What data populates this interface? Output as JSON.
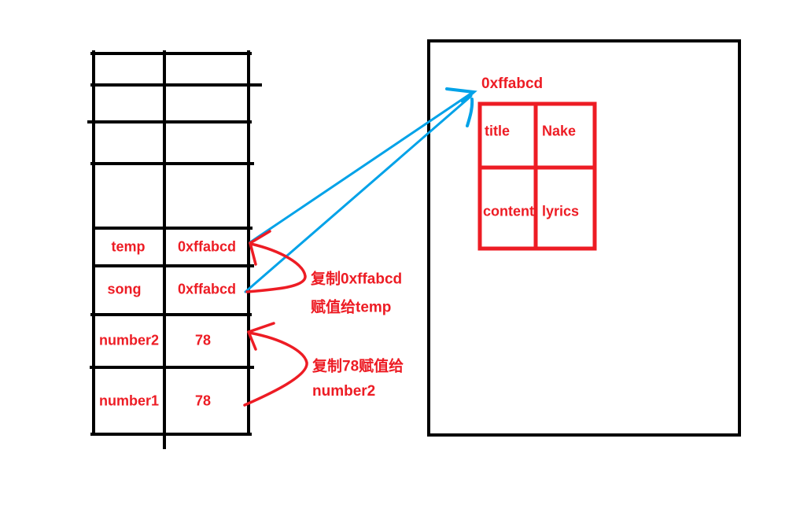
{
  "colors": {
    "ink": "#000000",
    "red": "#ed1c24",
    "blue": "#00a2e8",
    "background": "#ffffff"
  },
  "stack_table": {
    "rows": [
      {
        "name": "",
        "value": ""
      },
      {
        "name": "",
        "value": ""
      },
      {
        "name": "",
        "value": ""
      },
      {
        "name": "",
        "value": ""
      },
      {
        "name": "temp",
        "value": "0xffabcd"
      },
      {
        "name": "song",
        "value": "0xffabcd"
      },
      {
        "name": "number2",
        "value": "78"
      },
      {
        "name": "number1",
        "value": "78"
      }
    ]
  },
  "heap": {
    "address_label": "0xffabcd",
    "object_table": {
      "rows": [
        {
          "field": "title",
          "value": "Nake"
        },
        {
          "field": "content",
          "value": "lyrics"
        }
      ]
    }
  },
  "annotations": {
    "ref_copy_line1": "复制0xffabcd",
    "ref_copy_line2": "赋值给temp",
    "num_copy_line1": "复制78赋值给",
    "num_copy_line2": "number2"
  }
}
